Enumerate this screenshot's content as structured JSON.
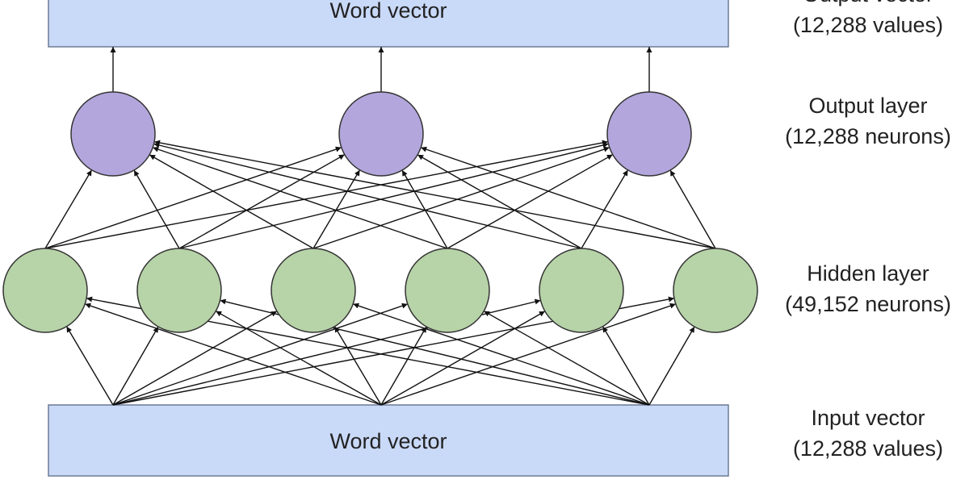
{
  "colors": {
    "box_fill": "#c9d9f8",
    "box_stroke": "#6c7a96",
    "output_fill": "#b3a6dc",
    "output_stroke": "#333333",
    "hidden_fill": "#b7d3a8",
    "hidden_stroke": "#333333",
    "edge": "#111111"
  },
  "output_box": {
    "label": "Word vector"
  },
  "input_box": {
    "label": "Word vector"
  },
  "side_labels": {
    "output_vector": [
      "Output vector",
      "(12,288 values)"
    ],
    "output_layer": [
      "Output layer",
      "(12,288 neurons)"
    ],
    "hidden_layer": [
      "Hidden layer",
      "(49,152 neurons)"
    ],
    "input_vector": [
      "Input vector",
      "(12,288 values)"
    ]
  },
  "network": {
    "hidden_count": 6,
    "output_count": 3,
    "input_taps": 3
  }
}
